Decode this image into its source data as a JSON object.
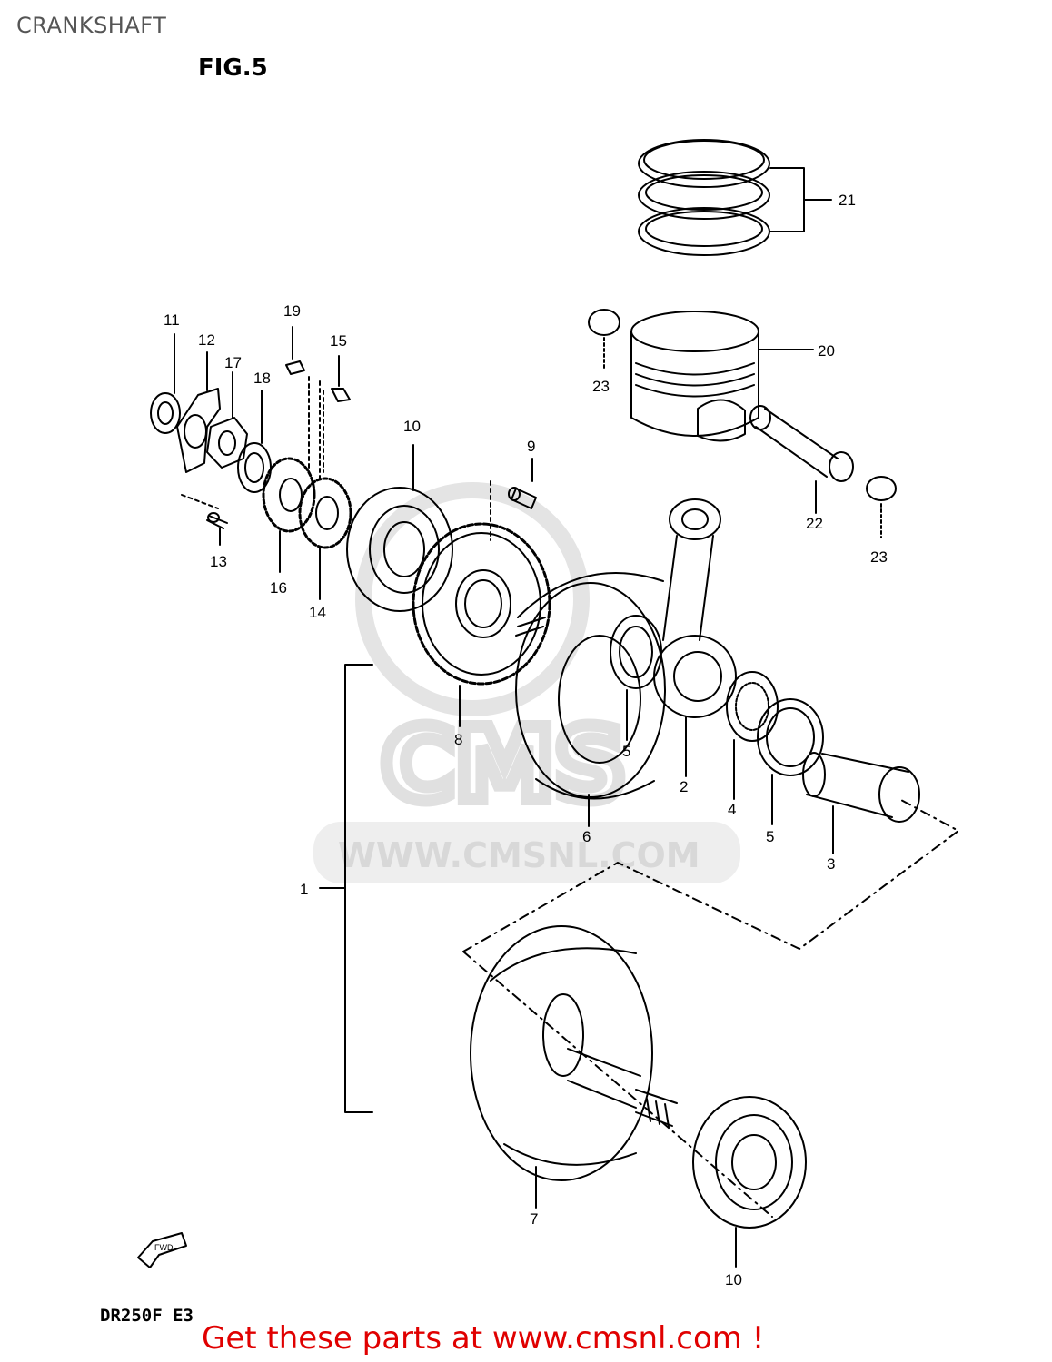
{
  "page": {
    "title": "CRANKSHAFT",
    "figure": "FIG.5",
    "model_code": "DR250F  E3",
    "footer_link": "Get these parts at www.cmsnl.com !"
  },
  "watermark": {
    "logo_text": "CMS",
    "url_text": "WWW.CMSNL.COM"
  },
  "fwd_label": "FWD",
  "callouts": [
    {
      "id": "c1",
      "text": "1"
    },
    {
      "id": "c2",
      "text": "2"
    },
    {
      "id": "c3",
      "text": "3"
    },
    {
      "id": "c4",
      "text": "4"
    },
    {
      "id": "c5a",
      "text": "5"
    },
    {
      "id": "c5b",
      "text": "5"
    },
    {
      "id": "c6",
      "text": "6"
    },
    {
      "id": "c7",
      "text": "7"
    },
    {
      "id": "c8",
      "text": "8"
    },
    {
      "id": "c9",
      "text": "9"
    },
    {
      "id": "c10a",
      "text": "10"
    },
    {
      "id": "c10b",
      "text": "10"
    },
    {
      "id": "c11",
      "text": "11"
    },
    {
      "id": "c12",
      "text": "12"
    },
    {
      "id": "c13",
      "text": "13"
    },
    {
      "id": "c14",
      "text": "14"
    },
    {
      "id": "c15",
      "text": "15"
    },
    {
      "id": "c16",
      "text": "16"
    },
    {
      "id": "c17",
      "text": "17"
    },
    {
      "id": "c18",
      "text": "18"
    },
    {
      "id": "c19",
      "text": "19"
    },
    {
      "id": "c20",
      "text": "20"
    },
    {
      "id": "c21",
      "text": "21"
    },
    {
      "id": "c22",
      "text": "22"
    },
    {
      "id": "c23a",
      "text": "23"
    },
    {
      "id": "c23b",
      "text": "23"
    }
  ]
}
